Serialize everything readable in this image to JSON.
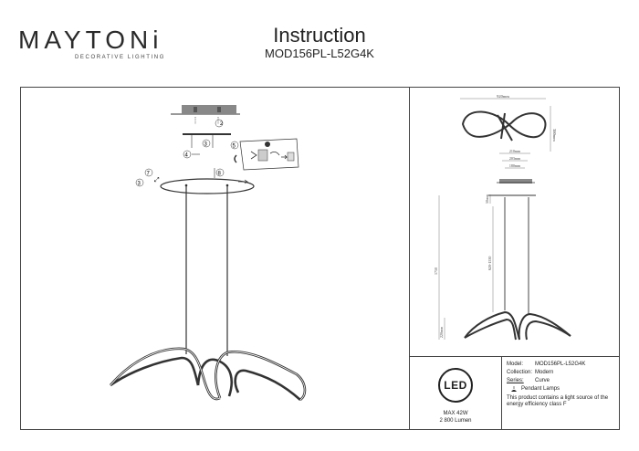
{
  "brand": {
    "name": "MAYTONi",
    "tagline": "DECORATIVE LIGHTING"
  },
  "header": {
    "title": "Instruction",
    "model": "MOD156PL-L52G4K"
  },
  "assembly": {
    "steps": [
      "1",
      "2",
      "3",
      "4",
      "5",
      "6",
      "7",
      "8"
    ]
  },
  "dimensions": {
    "width_top": "920mm",
    "depth_side": "380mm",
    "canopy_1": "210mm",
    "canopy_2": "203mm",
    "canopy_3": "180mm",
    "canopy_h": "50mm",
    "cable": "620-1530",
    "total": "1750",
    "body_h": "220mm"
  },
  "led": {
    "logo": "LED",
    "power": "MAX 42W",
    "lumen": "2 800 Lumen"
  },
  "spec": {
    "model_label": "Model:",
    "model_value": "MOD156PL-L52G4K",
    "collection_label": "Collection:",
    "collection_value": "Modern",
    "series_label": "Series:",
    "series_value": "Curve",
    "type": "Pendant Lamps",
    "note": "This product contains a light source of the energy efficiency class F"
  }
}
